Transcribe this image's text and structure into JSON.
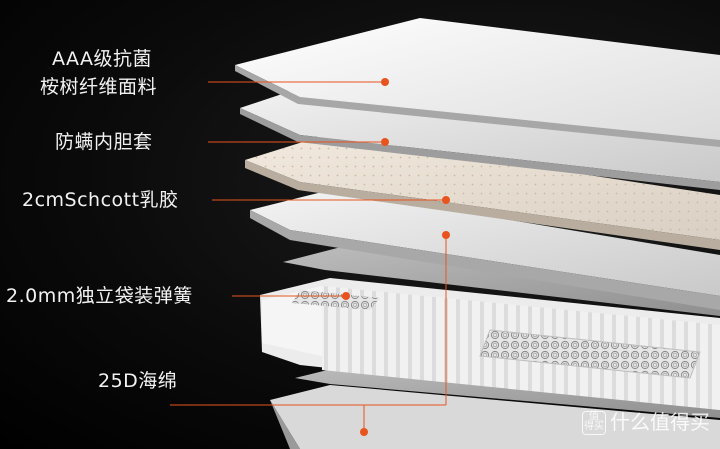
{
  "labels": {
    "fabric_1": "AAA级抗菌",
    "fabric_2": "桉树纤维面料",
    "inner": "防螨内胆套",
    "latex": "2cmSchcott乳胶",
    "spring": "2.0mm独立袋装弹簧",
    "foam": "25D海绵"
  },
  "watermark": {
    "logo": "值 得买",
    "text": "什么值得买"
  },
  "colors": {
    "accent": "#e8541e",
    "background": "#000000",
    "text": "#f2f2f2"
  }
}
